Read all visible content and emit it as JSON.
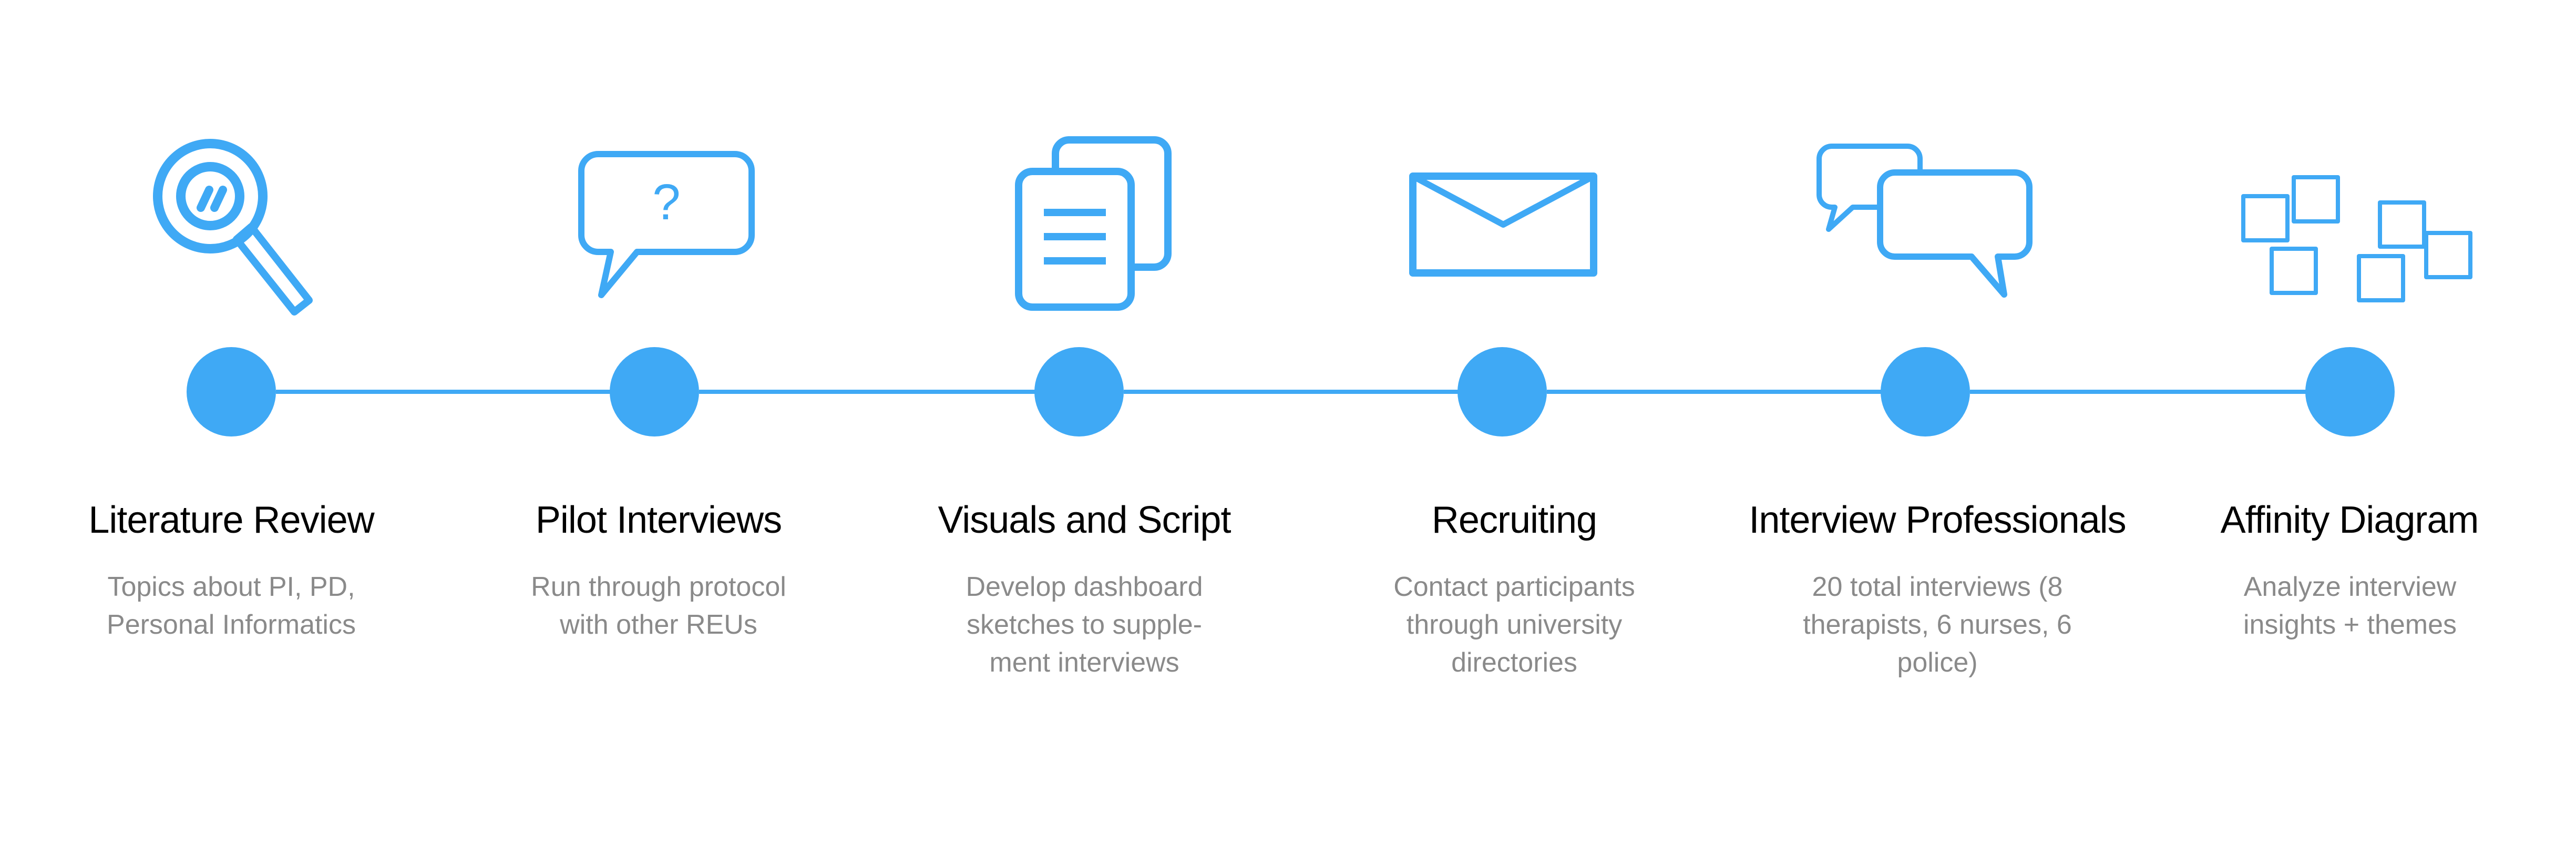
{
  "accent_color": "#3fa9f5",
  "steps": [
    {
      "icon": "magnifying-glass-icon",
      "title": "Literature Review",
      "description": [
        "Topics about PI, PD,",
        "Personal Informatics"
      ]
    },
    {
      "icon": "question-speech-bubble-icon",
      "title": "Pilot Interviews",
      "icon_text": "?",
      "description": [
        "Run through protocol",
        "with other REUs"
      ]
    },
    {
      "icon": "documents-icon",
      "title": "Visuals and Script",
      "description": [
        "Develop dashboard",
        "sketches to supple-",
        "ment interviews"
      ]
    },
    {
      "icon": "envelope-icon",
      "title": "Recruiting",
      "description": [
        "Contact participants",
        "through university",
        "directories"
      ]
    },
    {
      "icon": "conversation-bubbles-icon",
      "title": "Interview Professionals",
      "description": [
        "20 total interviews (8",
        "therapists, 6 nurses, 6",
        "police)"
      ]
    },
    {
      "icon": "affinity-squares-icon",
      "title": "Affinity Diagram",
      "description": [
        "Analyze interview",
        "insights + themes"
      ]
    }
  ]
}
